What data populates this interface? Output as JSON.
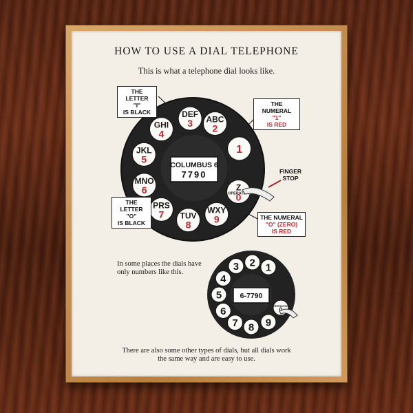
{
  "title": "HOW TO USE A DIAL TELEPHONE",
  "subtitle": "This is what a telephone dial looks like.",
  "dial1": {
    "holes": [
      {
        "num": "1",
        "letters": ""
      },
      {
        "num": "2",
        "letters": "ABC"
      },
      {
        "num": "3",
        "letters": "DEF"
      },
      {
        "num": "4",
        "letters": "GHI"
      },
      {
        "num": "5",
        "letters": "JKL"
      },
      {
        "num": "6",
        "letters": "MNO"
      },
      {
        "num": "7",
        "letters": "PRS"
      },
      {
        "num": "8",
        "letters": "TUV"
      },
      {
        "num": "9",
        "letters": "WXY"
      },
      {
        "num": "0",
        "letters": "Z",
        "extra": "OPERATOR"
      }
    ],
    "card_line1": "COLUMBUS 6",
    "card_line2": "7790"
  },
  "callouts": {
    "letter_i": [
      "THE LETTER",
      "\"I\"",
      "IS BLACK"
    ],
    "numeral_1": [
      "THE NUMERAL",
      "\"1\"",
      "IS RED"
    ],
    "finger_stop": [
      "FINGER",
      "STOP"
    ],
    "letter_o": [
      "THE LETTER",
      "\"O\"",
      "IS BLACK"
    ],
    "numeral_0": [
      "THE NUMERAL",
      "\"O\" (ZERO)",
      "IS RED"
    ]
  },
  "note1": [
    "In some places the dials have",
    "only numbers like this."
  ],
  "dial2": {
    "holes": [
      "1",
      "2",
      "3",
      "4",
      "5",
      "6",
      "7",
      "8",
      "9",
      "0"
    ],
    "card": "6-7790",
    "operator_label": "OPERATOR"
  },
  "note2": [
    "There are also some other types of dials, but all dials work",
    "the same way and are easy to use."
  ],
  "colors": {
    "red": "#c1272d",
    "dial": "#222222",
    "paper": "#f4efe6",
    "frame": "#c58e52"
  }
}
